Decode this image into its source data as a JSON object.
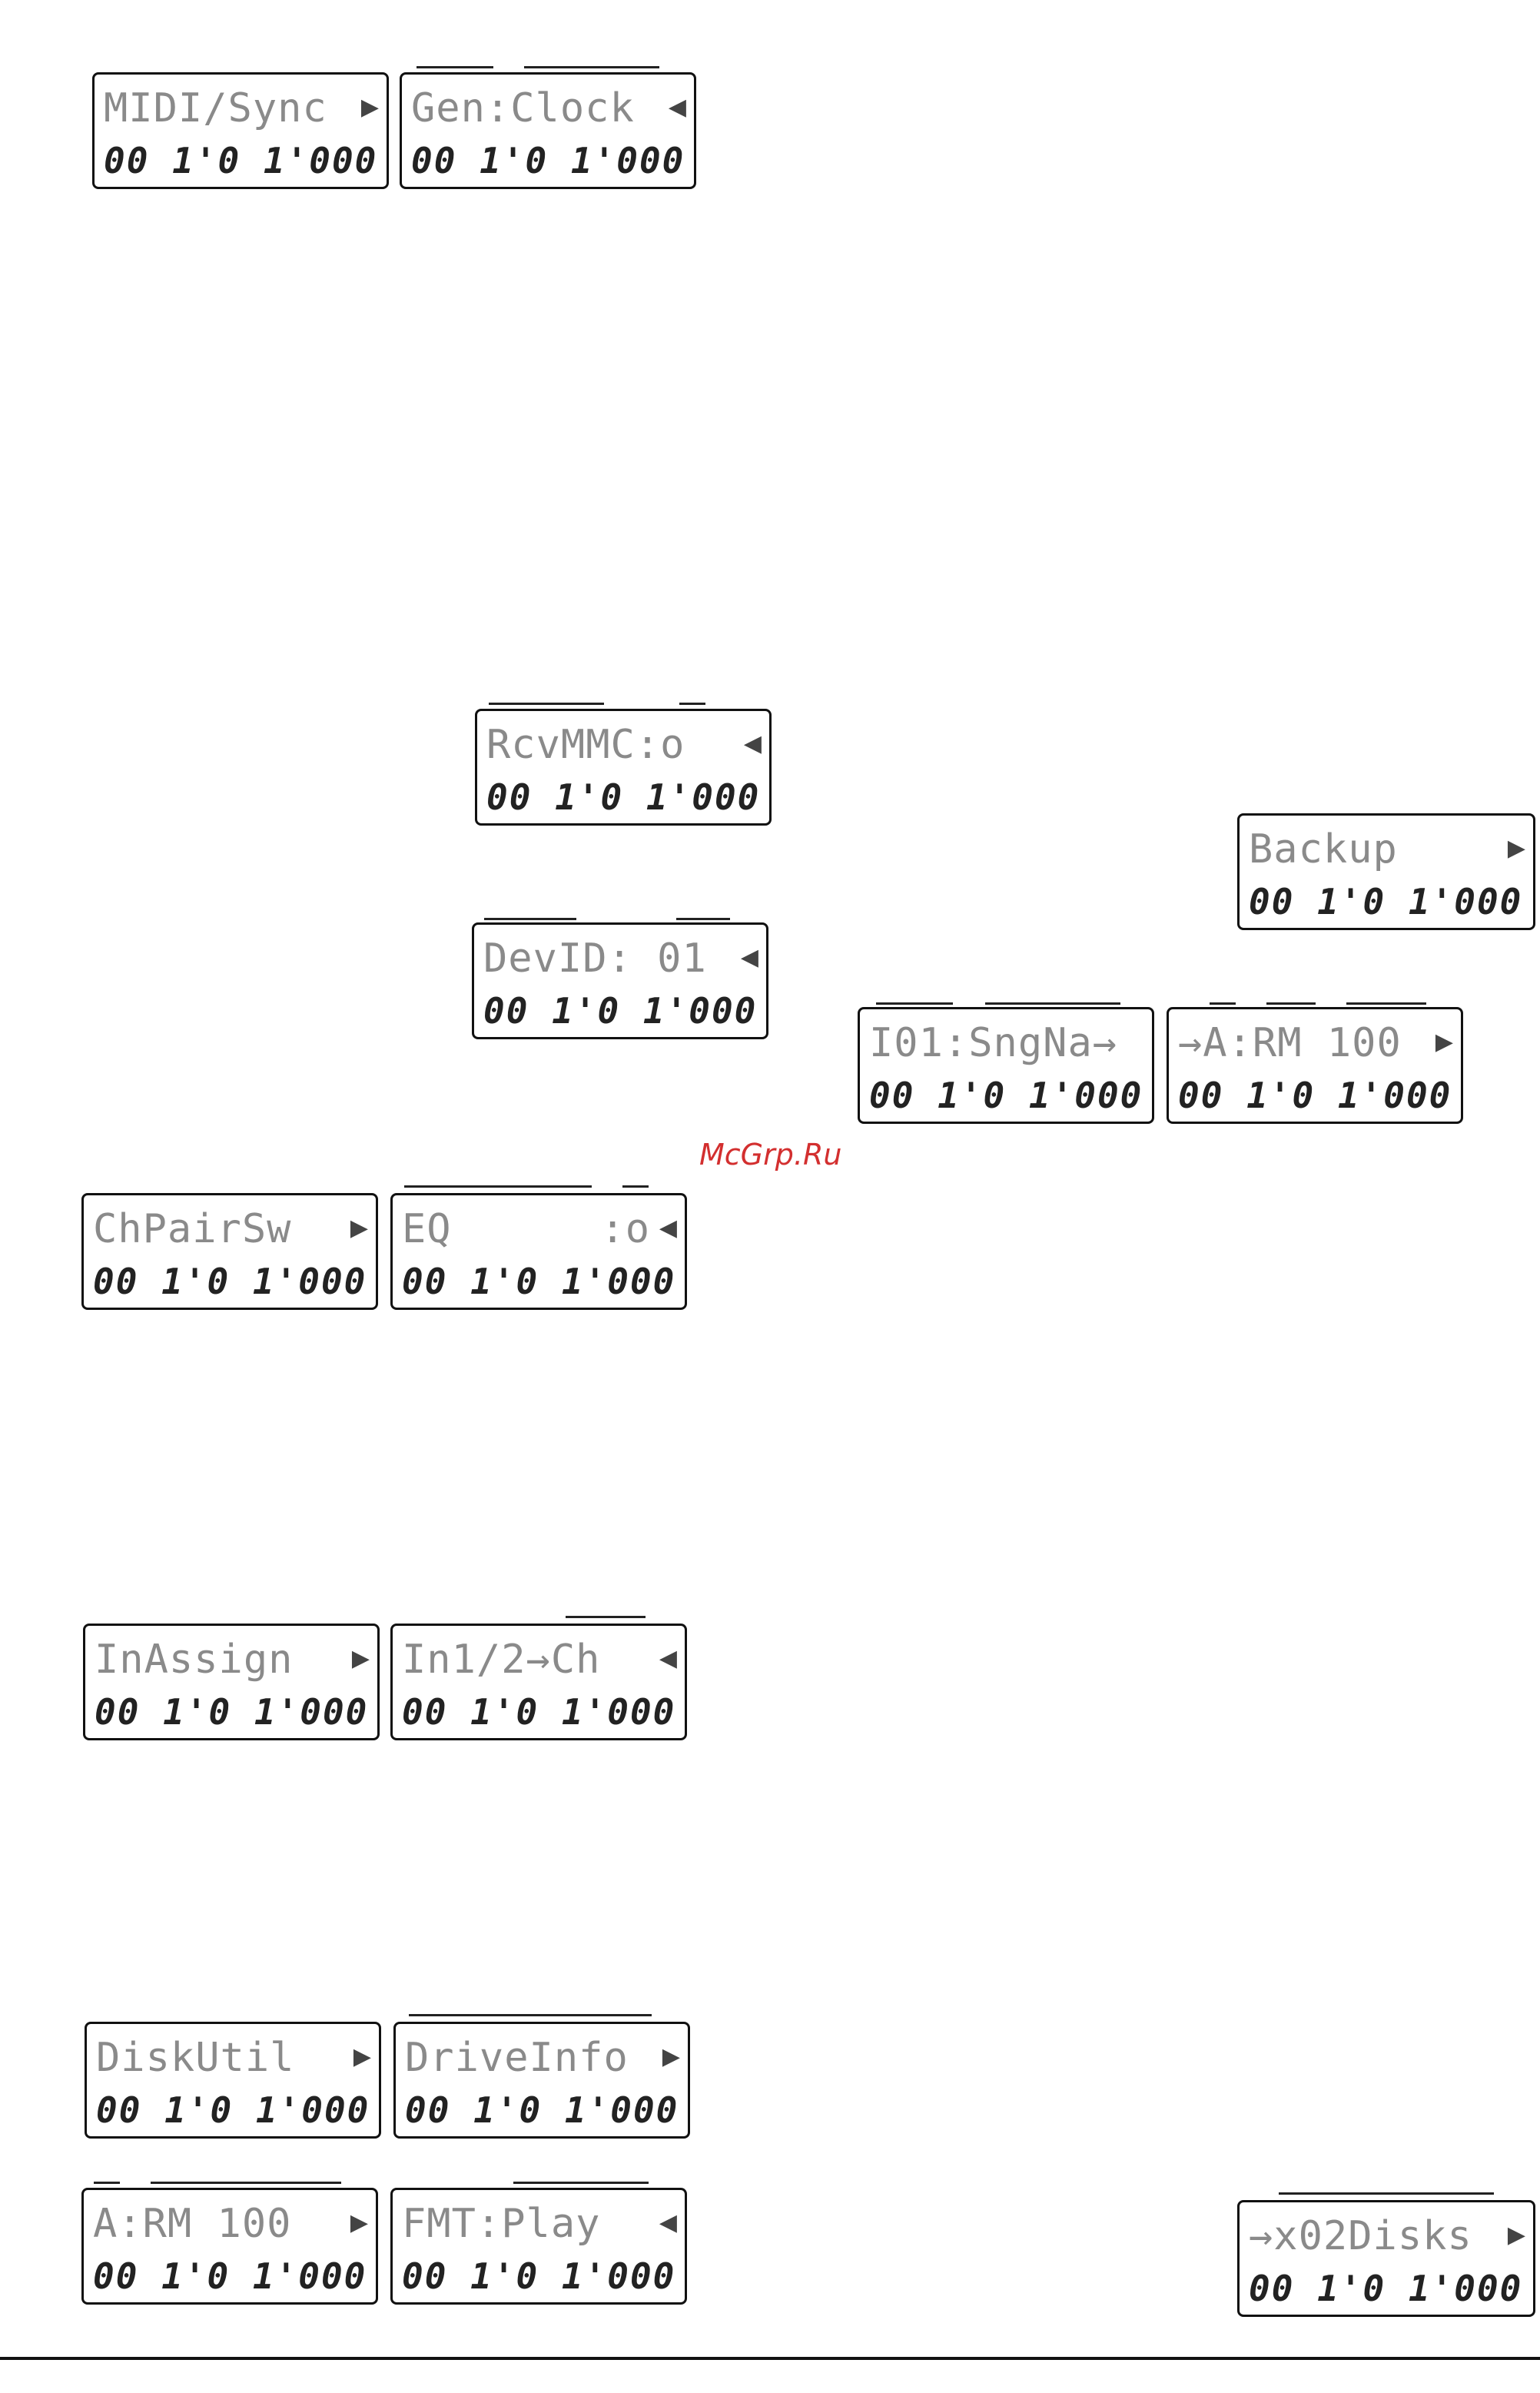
{
  "lcd_counter": "00 1'0 1'000",
  "displays": [
    {
      "id": "midi-sync",
      "line1": "MIDI/Sync",
      "arrow": "▶"
    },
    {
      "id": "gen-clock",
      "line1": "Gen:Clock",
      "arrow": "◀"
    },
    {
      "id": "rcv-mmc",
      "line1": "RcvMMC:o",
      "arrow": "◀"
    },
    {
      "id": "backup",
      "line1": "Backup",
      "arrow": "▶"
    },
    {
      "id": "dev-id",
      "line1": "DevID: 01",
      "arrow": "◀"
    },
    {
      "id": "song-name",
      "line1": "I01:SngNa→",
      "arrow": ""
    },
    {
      "id": "ram-100",
      "line1": "→A:RM 100",
      "arrow": "▶"
    },
    {
      "id": "ch-pair-sw",
      "line1": "ChPairSw",
      "arrow": "▶"
    },
    {
      "id": "eq",
      "line1": "EQ      :o",
      "arrow": "◀"
    },
    {
      "id": "in-assign",
      "line1": "InAssign",
      "arrow": "▶"
    },
    {
      "id": "in-ch",
      "line1": "In1/2→Ch",
      "arrow": "◀"
    },
    {
      "id": "disk-util",
      "line1": "DiskUtil",
      "arrow": "▶"
    },
    {
      "id": "drive-info",
      "line1": "DriveInfo",
      "arrow": "▶"
    },
    {
      "id": "ram-100-b",
      "line1": "A:RM 100",
      "arrow": "▶"
    },
    {
      "id": "fmt-play",
      "line1": "FMT:Play",
      "arrow": "◀"
    },
    {
      "id": "x02-disks",
      "line1": "→x02Disks",
      "arrow": "▶"
    }
  ],
  "watermark": "McGrp.Ru"
}
